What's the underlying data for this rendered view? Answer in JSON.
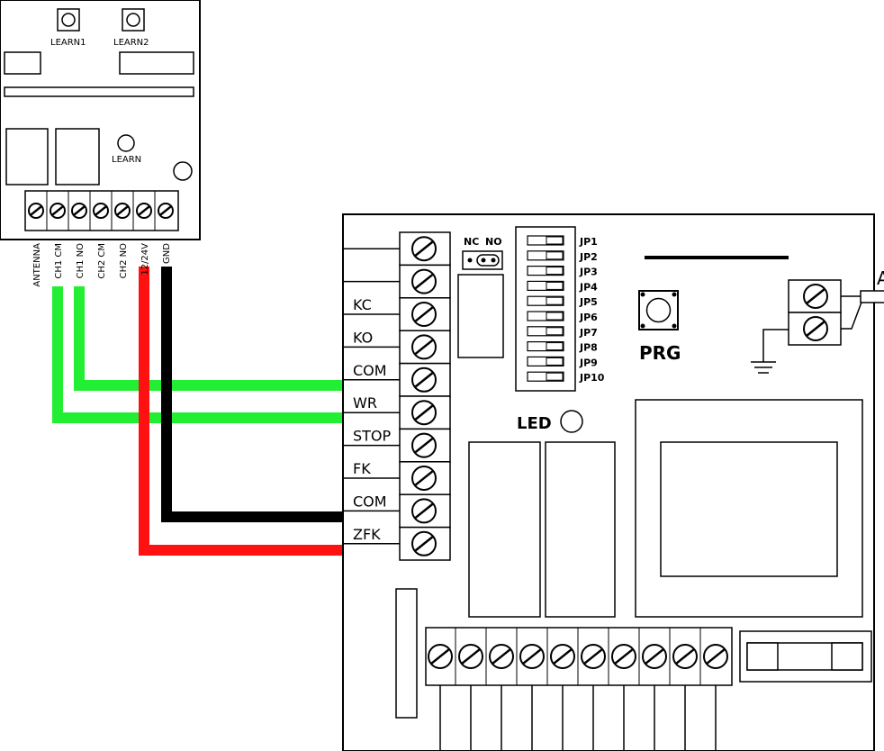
{
  "receiver": {
    "learn1": "LEARN1",
    "learn2": "LEARN2",
    "learn": "LEARN",
    "terminals": [
      "ANTENNA",
      "CH1 CM",
      "CH1 NO",
      "CH2 CM",
      "CH2 NO",
      "12/24V",
      "GND"
    ]
  },
  "board": {
    "left_terminals": [
      "",
      "",
      "KC",
      "KO",
      "COM",
      "WR",
      "STOP",
      "FK",
      "COM",
      "ZFK"
    ],
    "jumper_nc": "NC",
    "jumper_no": "NO",
    "dip_labels": [
      "JP1",
      "JP2",
      "JP3",
      "JP4",
      "JP5",
      "JP6",
      "JP7",
      "JP8",
      "JP9",
      "JP10"
    ],
    "prg": "PRG",
    "led": "LED",
    "edge_letter": "A"
  },
  "colors": {
    "green": "#22ee33",
    "red": "#ff1111",
    "black": "#000000"
  }
}
